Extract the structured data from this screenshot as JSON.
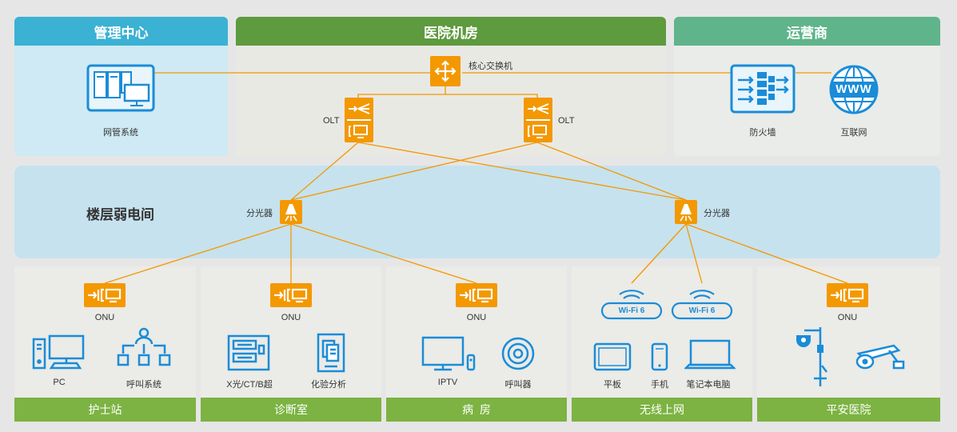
{
  "headers": {
    "management": "管理中心",
    "machine_room": "医院机房",
    "operator": "运营商"
  },
  "floor_room": "楼层弱电间",
  "devices": {
    "nms": "网管系统",
    "core_switch": "核心交换机",
    "olt_left": "OLT",
    "olt_right": "OLT",
    "firewall": "防火墙",
    "internet": "互联网",
    "splitter_left": "分光器",
    "splitter_right": "分光器",
    "www": "WWW",
    "wifi_left": "Wi-Fi 6",
    "wifi_right": "Wi-Fi 6"
  },
  "zones": [
    {
      "footer": "护士站",
      "onu": "ONU",
      "items": [
        "PC",
        "呼叫系统"
      ]
    },
    {
      "footer": "诊断室",
      "onu": "ONU",
      "items": [
        "X光/CT/B超",
        "化验分析"
      ]
    },
    {
      "footer": "病  房",
      "onu": "ONU",
      "items": [
        "IPTV",
        "呼叫器"
      ]
    },
    {
      "footer": "无线上网",
      "items": [
        "平板",
        "手机",
        "笔记本电脑"
      ]
    },
    {
      "footer": "平安医院",
      "onu": "ONU"
    }
  ],
  "colors": {
    "management": "#3bb1d3",
    "machine_room": "#5e9a3e",
    "operator": "#5fb48b",
    "link": "#f39800",
    "icon_blue": "#1a8cd8",
    "footer_green": "#7cb342",
    "floor_band": "#c6e2ee"
  }
}
